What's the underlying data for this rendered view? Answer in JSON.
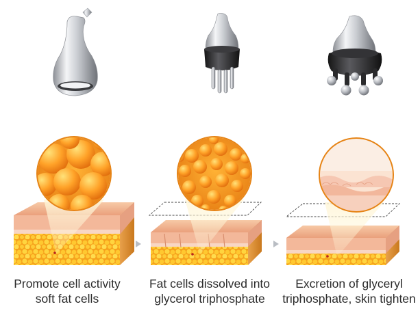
{
  "steps": [
    {
      "caption_line1": "Promote cell activity",
      "caption_line2": "soft fat cells"
    },
    {
      "caption_line1": "Fat cells dissolved into",
      "caption_line2": "glycerol triphosphate"
    },
    {
      "caption_line1": "Excretion of glyceryl",
      "caption_line2": "triphosphate, skin tighten"
    }
  ],
  "icons": [
    "smooth-head-probe-icon",
    "four-pin-roller-probe-icon",
    "six-ball-roller-probe-icon",
    "arrow-right-icon"
  ],
  "colors": {
    "fat_orange": "#f7a21b",
    "fat_yellow": "#ffd23a",
    "skin_pink": "#f3b59a",
    "skin_top": "#f4c6a6",
    "probe_dark": "#2e2e30",
    "probe_silver": "#cfd2d6"
  }
}
